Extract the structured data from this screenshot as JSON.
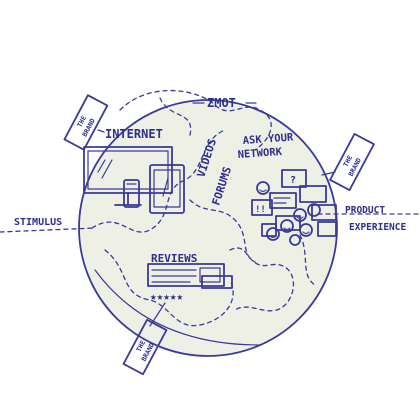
{
  "title": "ZMOT",
  "stimulus": "STIMULUS",
  "product_experience": [
    "PRODUCT",
    "EXPERIENCE"
  ],
  "internet": "INTERNET",
  "videos": "VIDEOS",
  "forums": "FORUMS",
  "ask_your_network": [
    "ASK YOUR",
    "NETWORK"
  ],
  "reviews": "REVIEWS",
  "brand_tag": [
    "THE",
    "BRAND"
  ],
  "colors": {
    "ink": "#3a3a98",
    "sphere": "#eef0e6",
    "paper": "#ffffff"
  },
  "icons": [
    "monitor-icon",
    "tablet-icon",
    "phone-icon",
    "chat-bubbles-icon",
    "smiley-icon",
    "star-rating-icon"
  ]
}
